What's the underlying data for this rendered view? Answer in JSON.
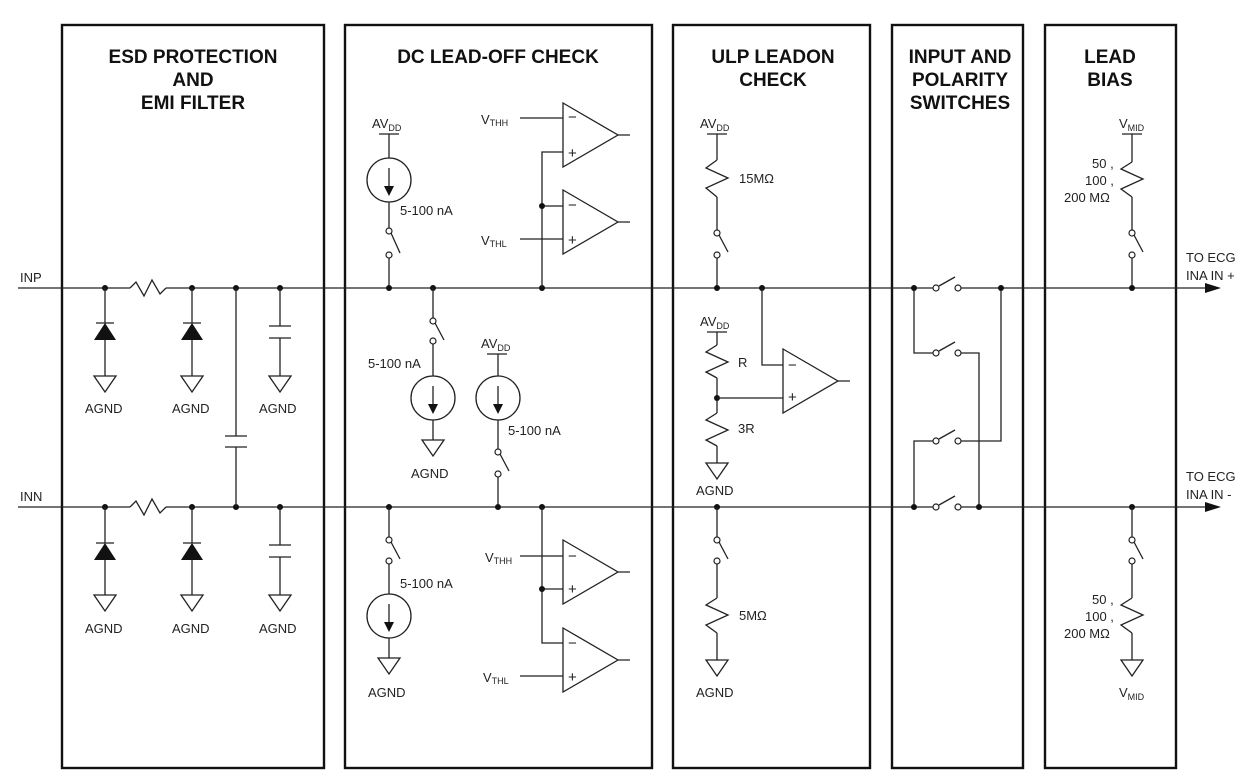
{
  "blocks": [
    {
      "id": "esd",
      "title_lines": [
        "ESD PROTECTION",
        "AND",
        "EMI FILTER"
      ]
    },
    {
      "id": "dc-leadoff",
      "title_lines": [
        "DC LEAD-OFF CHECK"
      ]
    },
    {
      "id": "ulp-leadon",
      "title_lines": [
        "ULP LEADON",
        "CHECK"
      ]
    },
    {
      "id": "input-polarity",
      "title_lines": [
        "INPUT AND",
        "POLARITY",
        "SWITCHES"
      ]
    },
    {
      "id": "lead-bias",
      "title_lines": [
        "LEAD",
        "BIAS"
      ]
    }
  ],
  "signals": {
    "inp": "INP",
    "inn": "INN",
    "out_pos_line1": "TO ECG",
    "out_pos_line2": "INA IN +",
    "out_neg_line1": "TO ECG",
    "out_neg_line2": "INA IN -"
  },
  "labels": {
    "agnd": "AGND",
    "av": "AV",
    "dd": "DD",
    "v": "V",
    "thh": "THH",
    "thl": "THL",
    "mid": "MID",
    "current": "5-100 nA",
    "r15m": "15MΩ",
    "r5m": "5MΩ",
    "r": "R",
    "r3": "3R",
    "bias_r1": "50 ,",
    "bias_r2": "100 ,",
    "bias_r3": "200 MΩ",
    "minus": "−",
    "plus": "+"
  }
}
